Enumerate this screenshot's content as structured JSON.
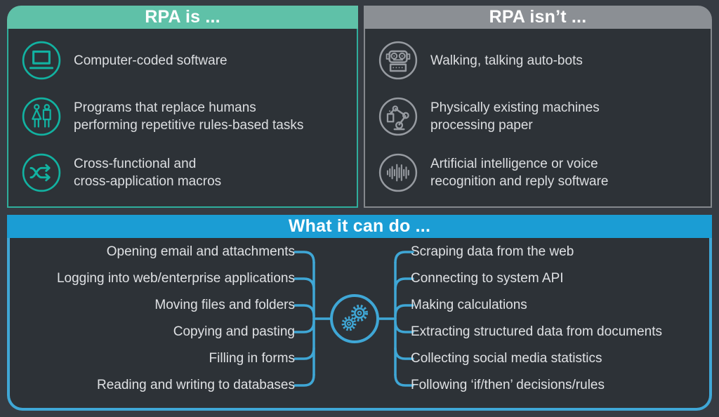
{
  "colors": {
    "background": "#363b42",
    "panel_body": "#2d3237",
    "teal_header": "#5fc1a8",
    "teal_icon": "#12b2a1",
    "gray_header": "#8b8f94",
    "gray_icon": "#979ba1",
    "blue_header": "#1b9dd4",
    "blue_line": "#3fa7d6",
    "text": "#dcdee1"
  },
  "rpa_is": {
    "title": "RPA is ...",
    "items": [
      {
        "icon": "laptop-icon",
        "line1": "Computer-coded software"
      },
      {
        "icon": "people-icon",
        "line1": "Programs that replace humans",
        "line2": "performing repetitive rules-based tasks"
      },
      {
        "icon": "shuffle-icon",
        "line1": "Cross-functional and",
        "line2": "cross-application macros"
      }
    ]
  },
  "rpa_isnt": {
    "title": "RPA isn’t ...",
    "items": [
      {
        "icon": "robot-icon",
        "line1": "Walking, talking auto-bots"
      },
      {
        "icon": "robot-arm-icon",
        "line1": "Physically existing machines",
        "line2": "processing paper"
      },
      {
        "icon": "voice-wave-icon",
        "line1": "Artificial intelligence or voice",
        "line2": "recognition and reply software"
      }
    ]
  },
  "can_do": {
    "title": "What it can do ...",
    "center_icon": "gears-icon",
    "left_items": [
      "Opening email and attachments",
      "Logging into web/enterprise applications",
      "Moving files and folders",
      "Copying and pasting",
      "Filling in forms",
      "Reading and writing to databases"
    ],
    "right_items": [
      "Scraping data from the web",
      "Connecting to system API",
      "Making calculations",
      "Extracting structured data from documents",
      "Collecting social media statistics",
      "Following ‘if/then’ decisions/rules"
    ]
  }
}
